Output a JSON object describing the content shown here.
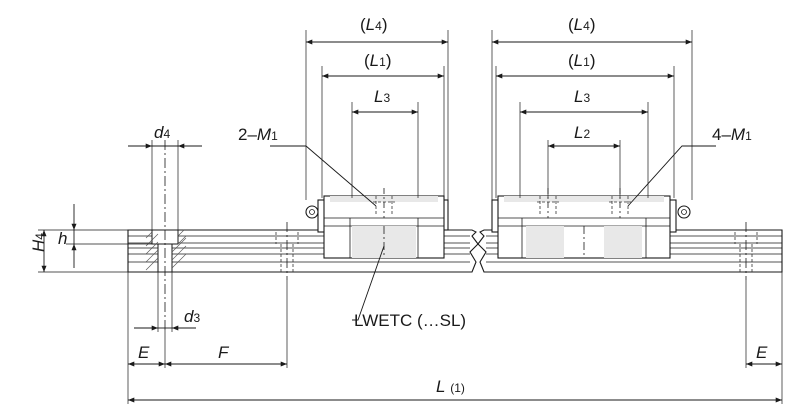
{
  "labels": {
    "L4_left": "L4",
    "L1_left": "L1",
    "L3_left": "L3",
    "L4_right": "L4",
    "L1_right": "L1",
    "L3_right": "L3",
    "L2_right": "L2",
    "d4": "d4",
    "d3": "d3",
    "M1_left": "2–M1",
    "M1_right": "4–M1",
    "H4": "H4",
    "h": "h",
    "E_left": "E",
    "F": "F",
    "E_right": "E",
    "L": "L",
    "L_note": "(1)",
    "model": "LWETC (…SL)"
  }
}
